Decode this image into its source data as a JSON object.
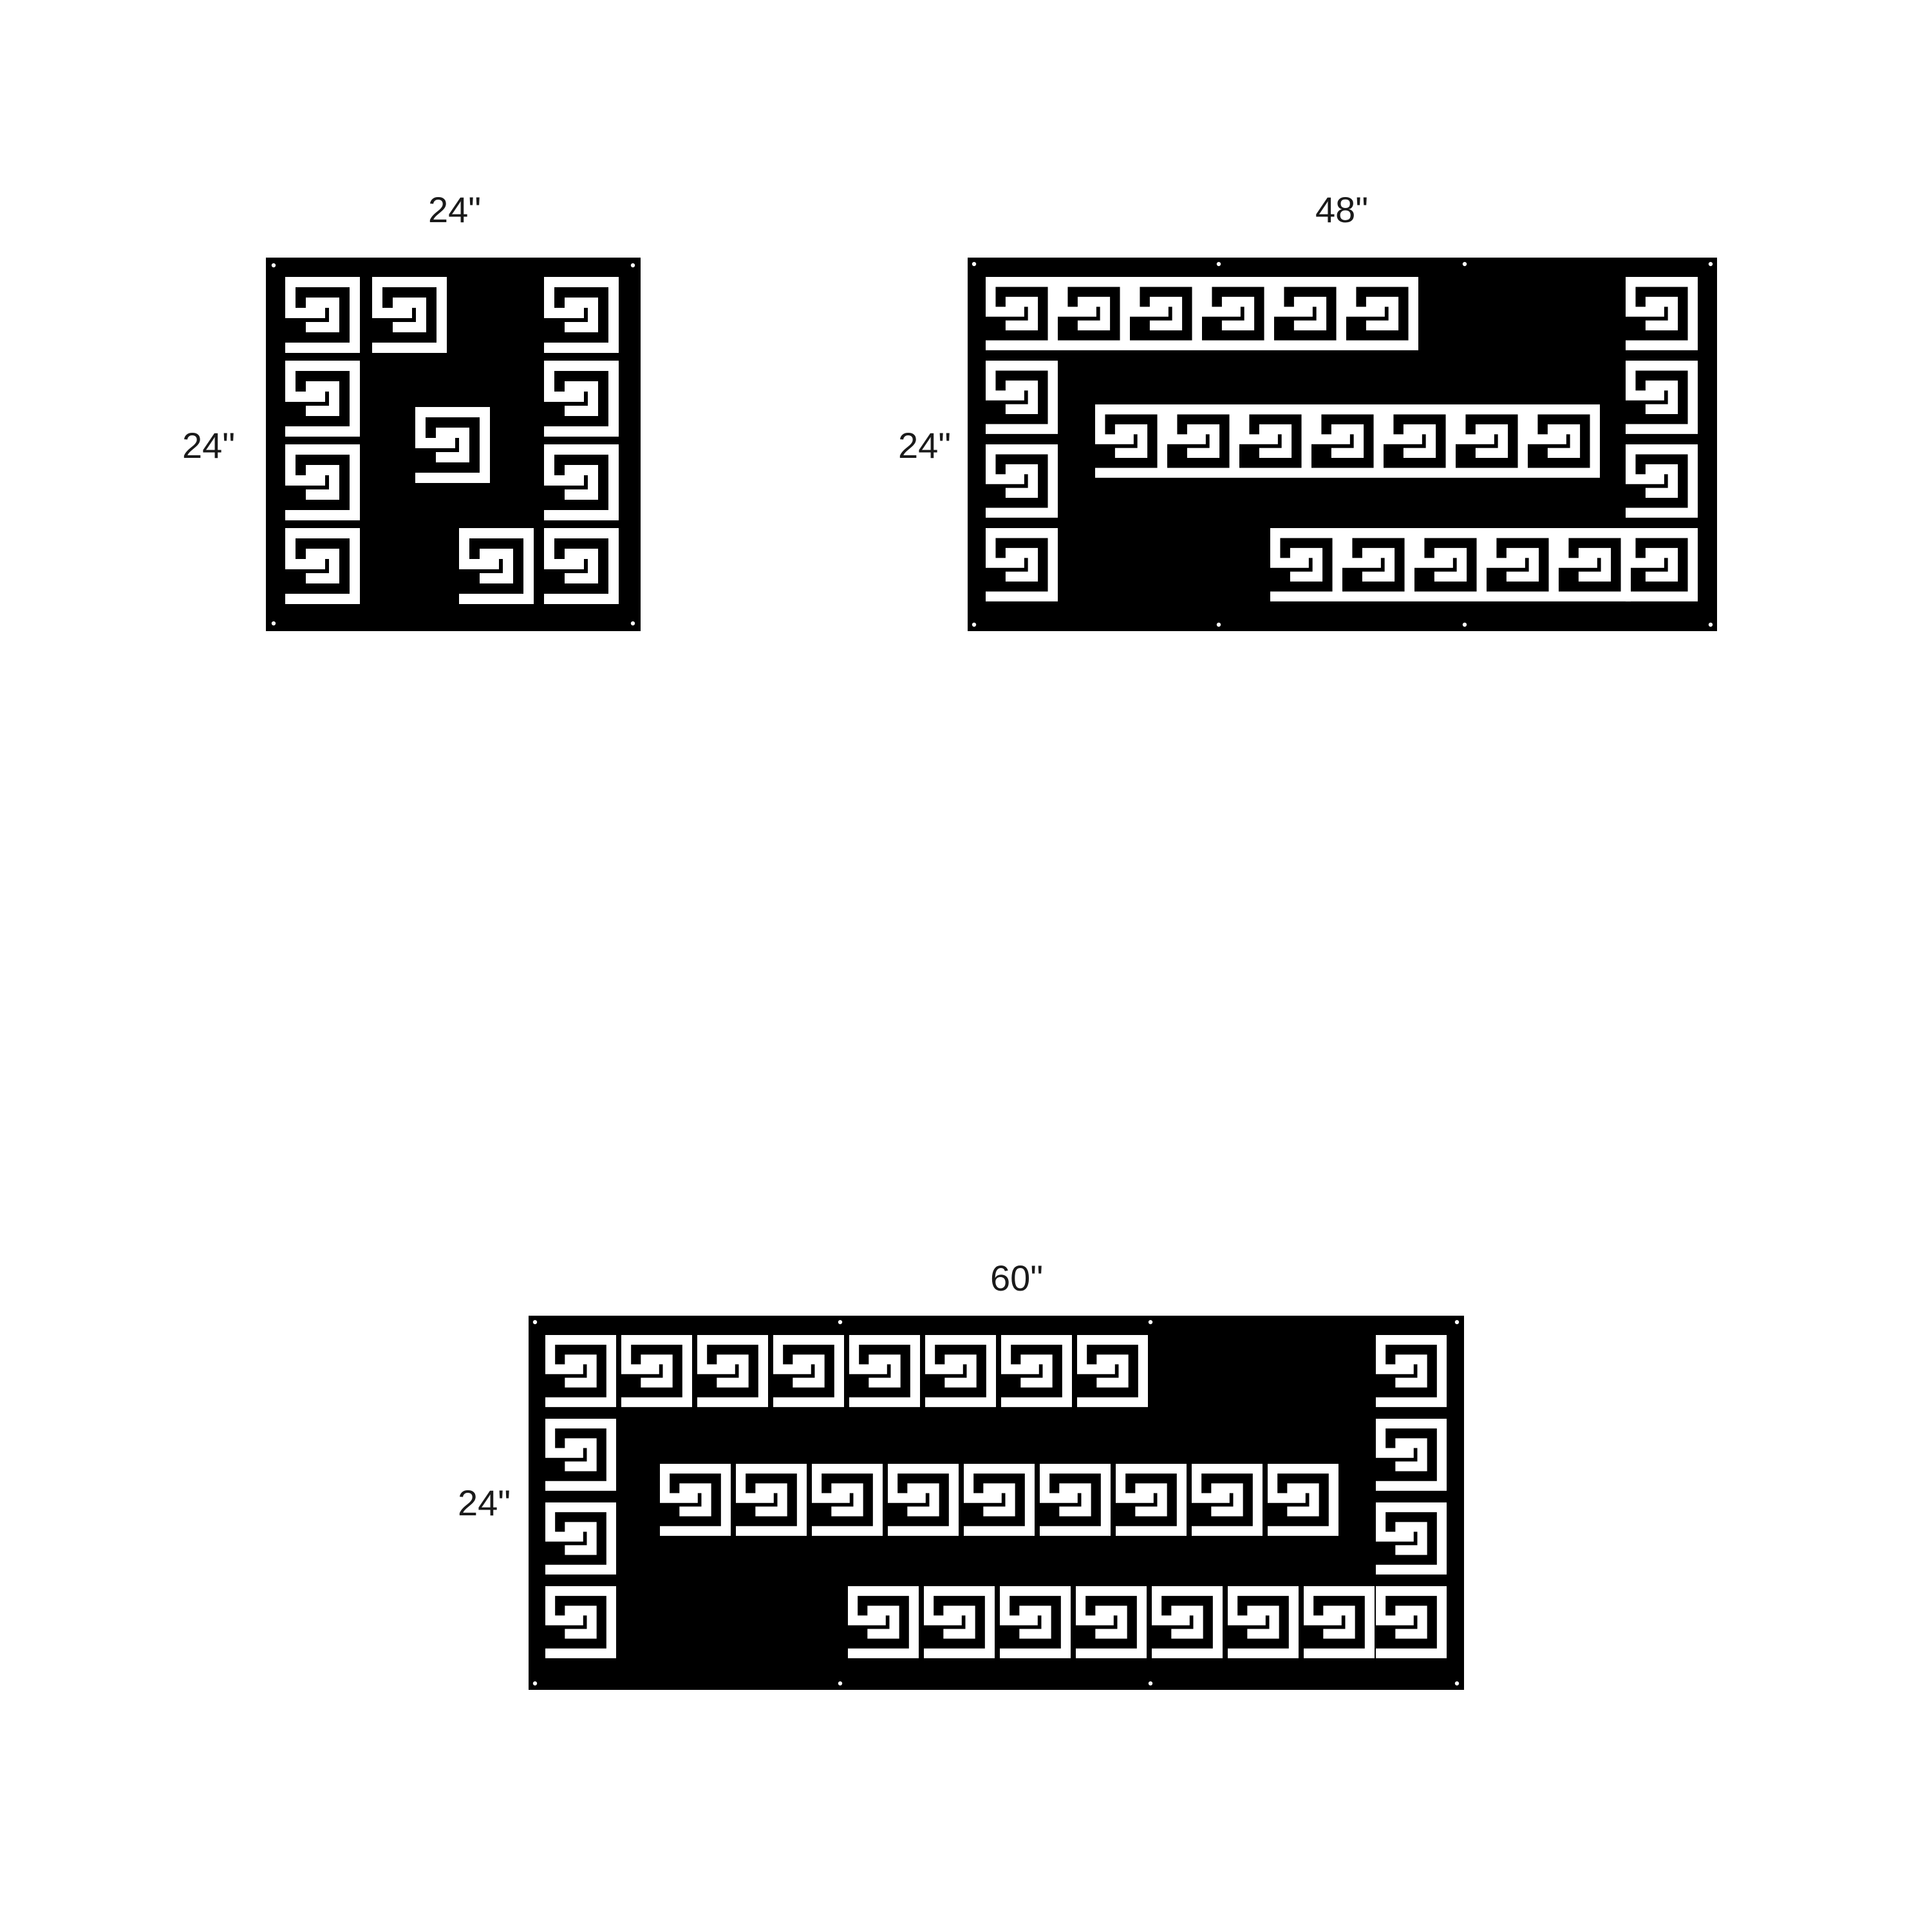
{
  "panels": [
    {
      "name": "panel-24x24",
      "width_label": "24\"",
      "height_label": "24\"",
      "colors": {
        "panel": "#000000",
        "cutout": "#ffffff"
      },
      "motif": "greek-key-spiral"
    },
    {
      "name": "panel-48x24",
      "width_label": "48\"",
      "height_label": "24\"",
      "colors": {
        "panel": "#000000",
        "cutout": "#ffffff"
      },
      "motif": "greek-key-spiral"
    },
    {
      "name": "panel-60x24",
      "width_label": "60\"",
      "height_label": "24\"",
      "colors": {
        "panel": "#000000",
        "cutout": "#ffffff"
      },
      "motif": "greek-key-spiral"
    }
  ]
}
